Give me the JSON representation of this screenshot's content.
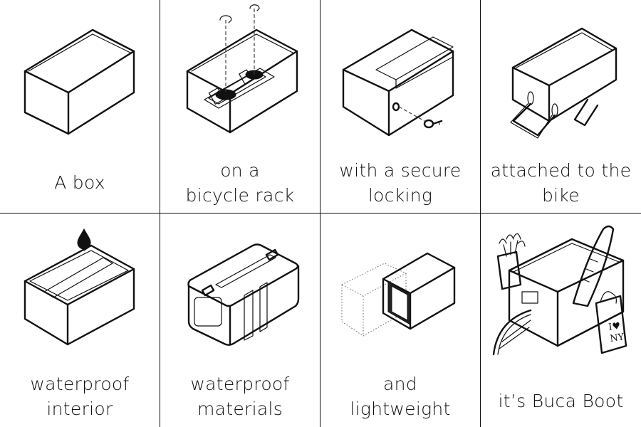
{
  "panels": [
    {
      "id": "box",
      "lines": [
        "A box"
      ]
    },
    {
      "id": "rack",
      "lines": [
        "on a",
        "bicycle rack"
      ]
    },
    {
      "id": "lock",
      "lines": [
        "with a secure",
        "locking"
      ]
    },
    {
      "id": "attach",
      "lines": [
        "attached to the",
        "bike"
      ]
    },
    {
      "id": "waterproof-interior",
      "lines": [
        "waterproof",
        "interior"
      ]
    },
    {
      "id": "waterproof-materials",
      "lines": [
        "waterproof",
        "materials"
      ]
    },
    {
      "id": "lightweight",
      "lines": [
        "and",
        "lightweight"
      ]
    },
    {
      "id": "buca-boot",
      "lines": [
        "it’s Buca Boot"
      ]
    }
  ],
  "bag_lettering": "I ♥ NY"
}
